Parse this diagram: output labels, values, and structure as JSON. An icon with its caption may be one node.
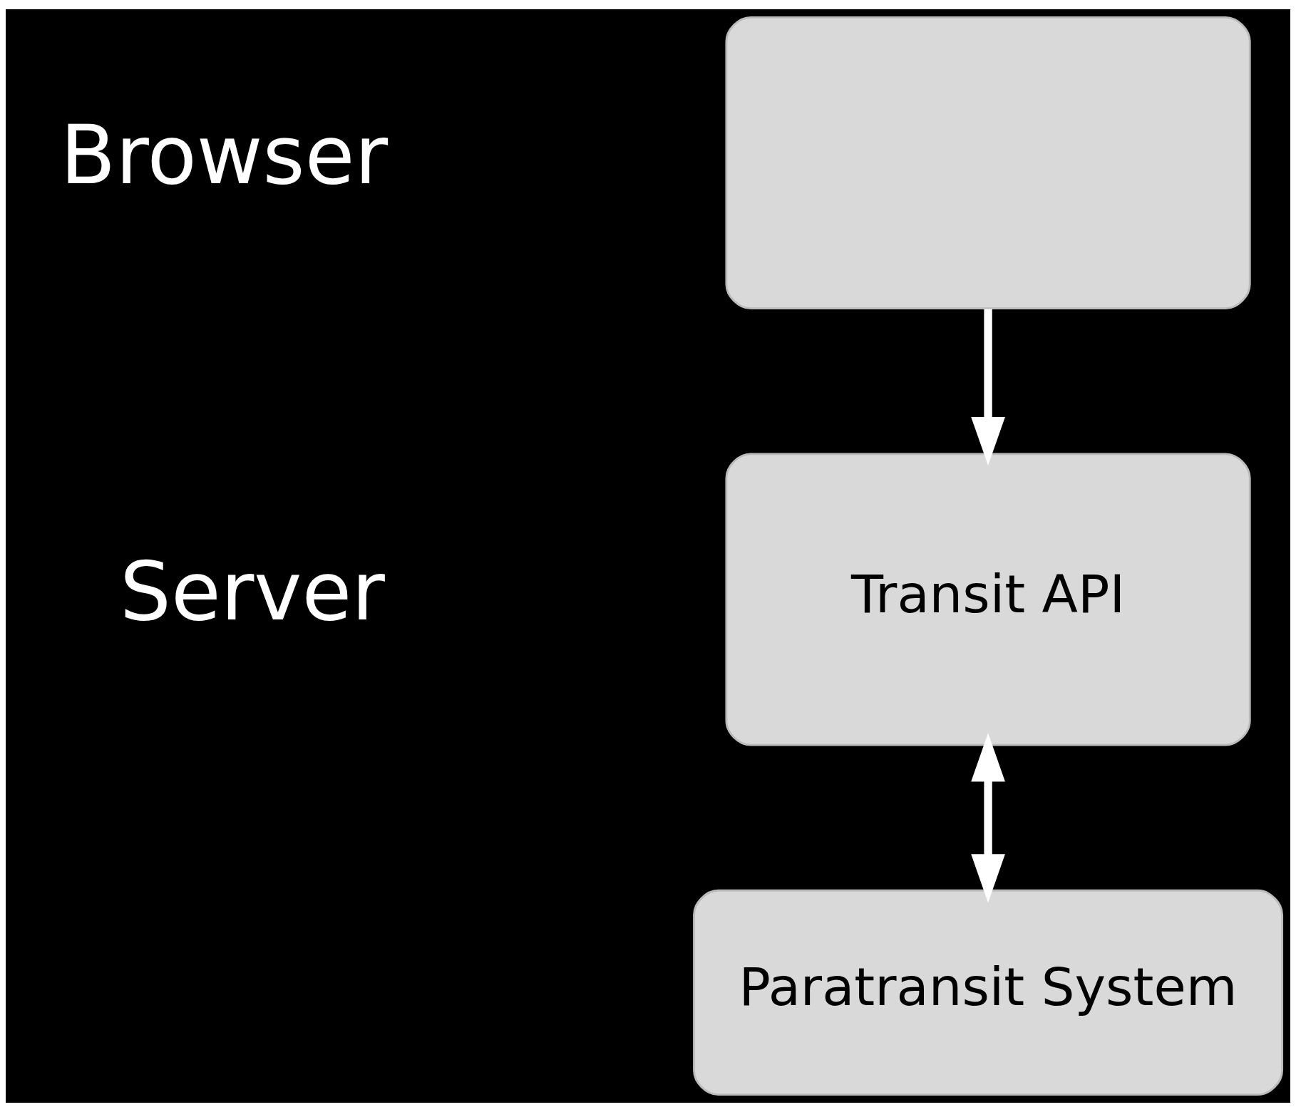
{
  "diagram": {
    "nodes": [
      {
        "text": [],
        "shape": "box"
      },
      {
        "text": [
          "Transit API"
        ]
      },
      {
        "text": [
          "Paratransit System"
        ]
      }
    ],
    "edges": [
      {
        "from": 0,
        "to": 1,
        "arrow": "to"
      },
      {
        "from": 1,
        "to": 2,
        "arrow": "both"
      }
    ],
    "labels": [
      "Browser",
      "Server"
    ]
  }
}
